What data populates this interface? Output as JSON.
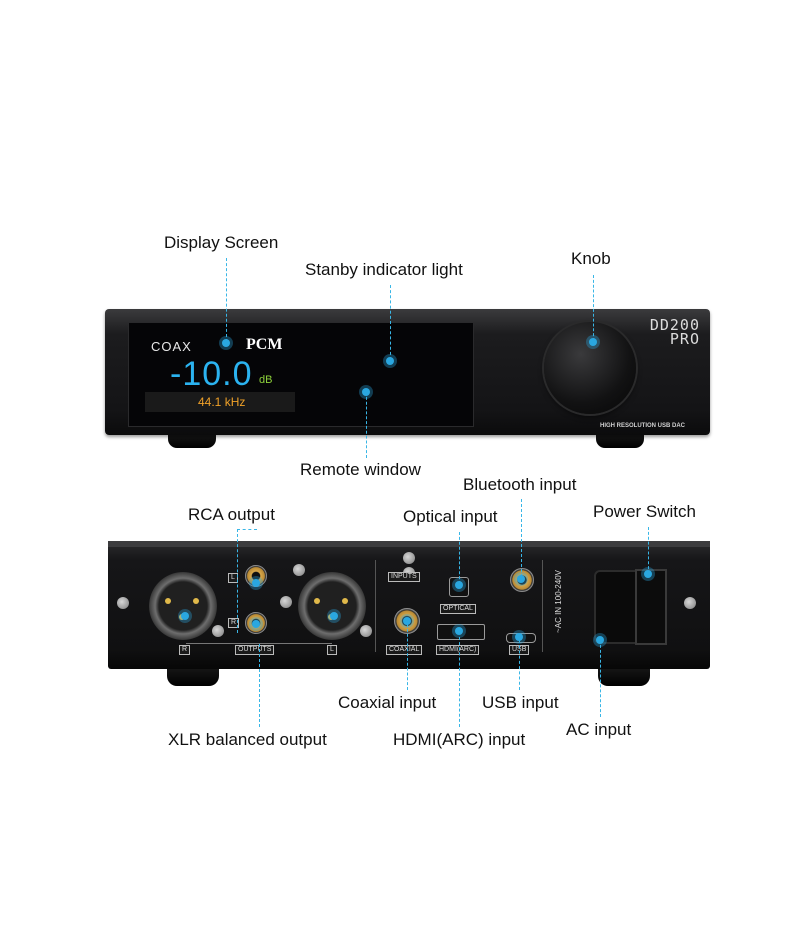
{
  "labels": {
    "display_screen": "Display Screen",
    "standby_light": "Stanby indicator light",
    "knob": "Knob",
    "remote_window": "Remote window",
    "rca_output": "RCA output",
    "optical_input": "Optical input",
    "bluetooth_input": "Bluetooth input",
    "power_switch": "Power Switch",
    "coaxial_input": "Coaxial input",
    "usb_input": "USB input",
    "ac_input": "AC input",
    "xlr_output": "XLR balanced output",
    "hdmi_input": "HDMI(ARC) input"
  },
  "display": {
    "source": "COAX",
    "format": "PCM",
    "volume": "-10.0",
    "volume_unit": "dB",
    "sample_rate": "44.1 kHz"
  },
  "front_panel": {
    "brand_line1": "DD200",
    "brand_line2": "PRO",
    "subtitle": "HIGH RESOLUTION USB DAC"
  },
  "rear_panel": {
    "inputs_tag": "INPUTS",
    "outputs_tag": "OUTPUTS",
    "optical_tag": "OPTICAL",
    "coaxial_tag": "COAXIAL",
    "hdmi_tag": "HDMI(ARC)",
    "usb_tag": "USB",
    "ac_rating": "~AC IN 100-240V",
    "left_tag": "L",
    "right_tag": "R"
  },
  "colors": {
    "callout_line": "#39b6e6",
    "volume": "#2bb3f0",
    "unit": "#8dd13b",
    "sample_rate": "#f0a128"
  }
}
